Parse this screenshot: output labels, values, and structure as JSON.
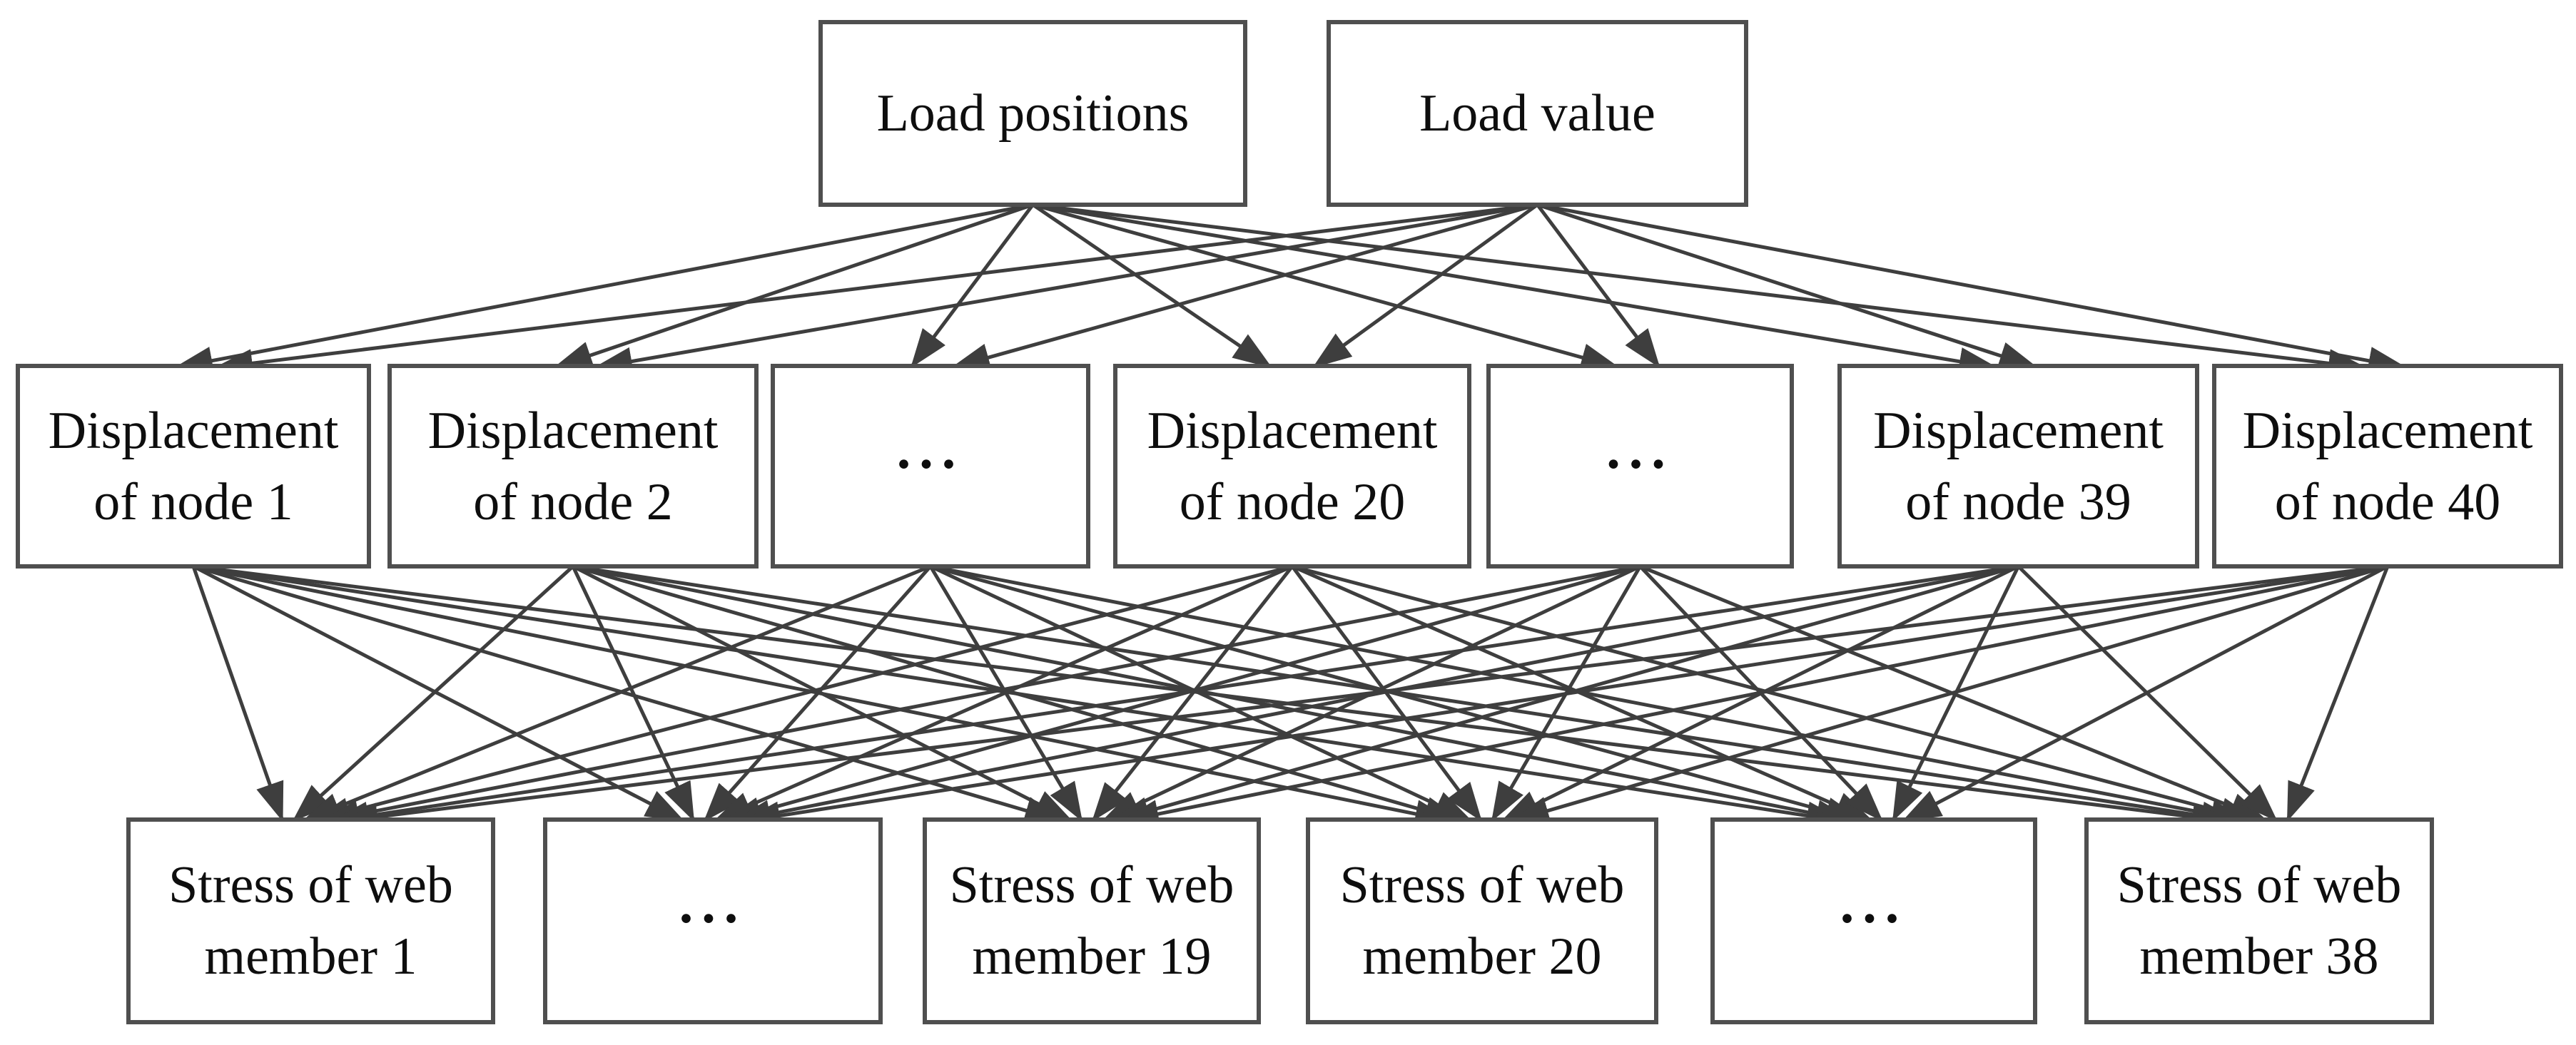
{
  "diagram": {
    "kind": "layered directed graph",
    "description_visible_only": "three rows of outlined boxes connected by straight arrows"
  },
  "colors": {
    "background": "#ffffff",
    "box_border": "#4f4f4f",
    "connector": "#3e3e3e",
    "text": "#0e0e0e"
  },
  "layers": {
    "inputs": {
      "nodes": [
        {
          "label": "Load positions"
        },
        {
          "label": "Load value"
        }
      ]
    },
    "displacements": {
      "nodes": [
        {
          "label": "Displacement\nof node 1"
        },
        {
          "label": "Displacement\nof node 2"
        },
        {
          "label": "..."
        },
        {
          "label": "Displacement\nof node 20"
        },
        {
          "label": "..."
        },
        {
          "label": "Displacement\nof node 39"
        },
        {
          "label": "Displacement\nof node 40"
        }
      ]
    },
    "stresses": {
      "nodes": [
        {
          "label": "Stress of web\nmember 1"
        },
        {
          "label": "..."
        },
        {
          "label": "Stress of web\nmember 19"
        },
        {
          "label": "Stress of web\nmember 20"
        },
        {
          "label": "..."
        },
        {
          "label": "Stress of web\nmember 38"
        }
      ]
    }
  },
  "connections": [
    {
      "from": "inputs",
      "to": "displacements",
      "pattern": "all-to-all",
      "arrow_count": 14
    },
    {
      "from": "displacements",
      "to": "stresses",
      "pattern": "all-to-all",
      "arrow_count": 42
    }
  ]
}
